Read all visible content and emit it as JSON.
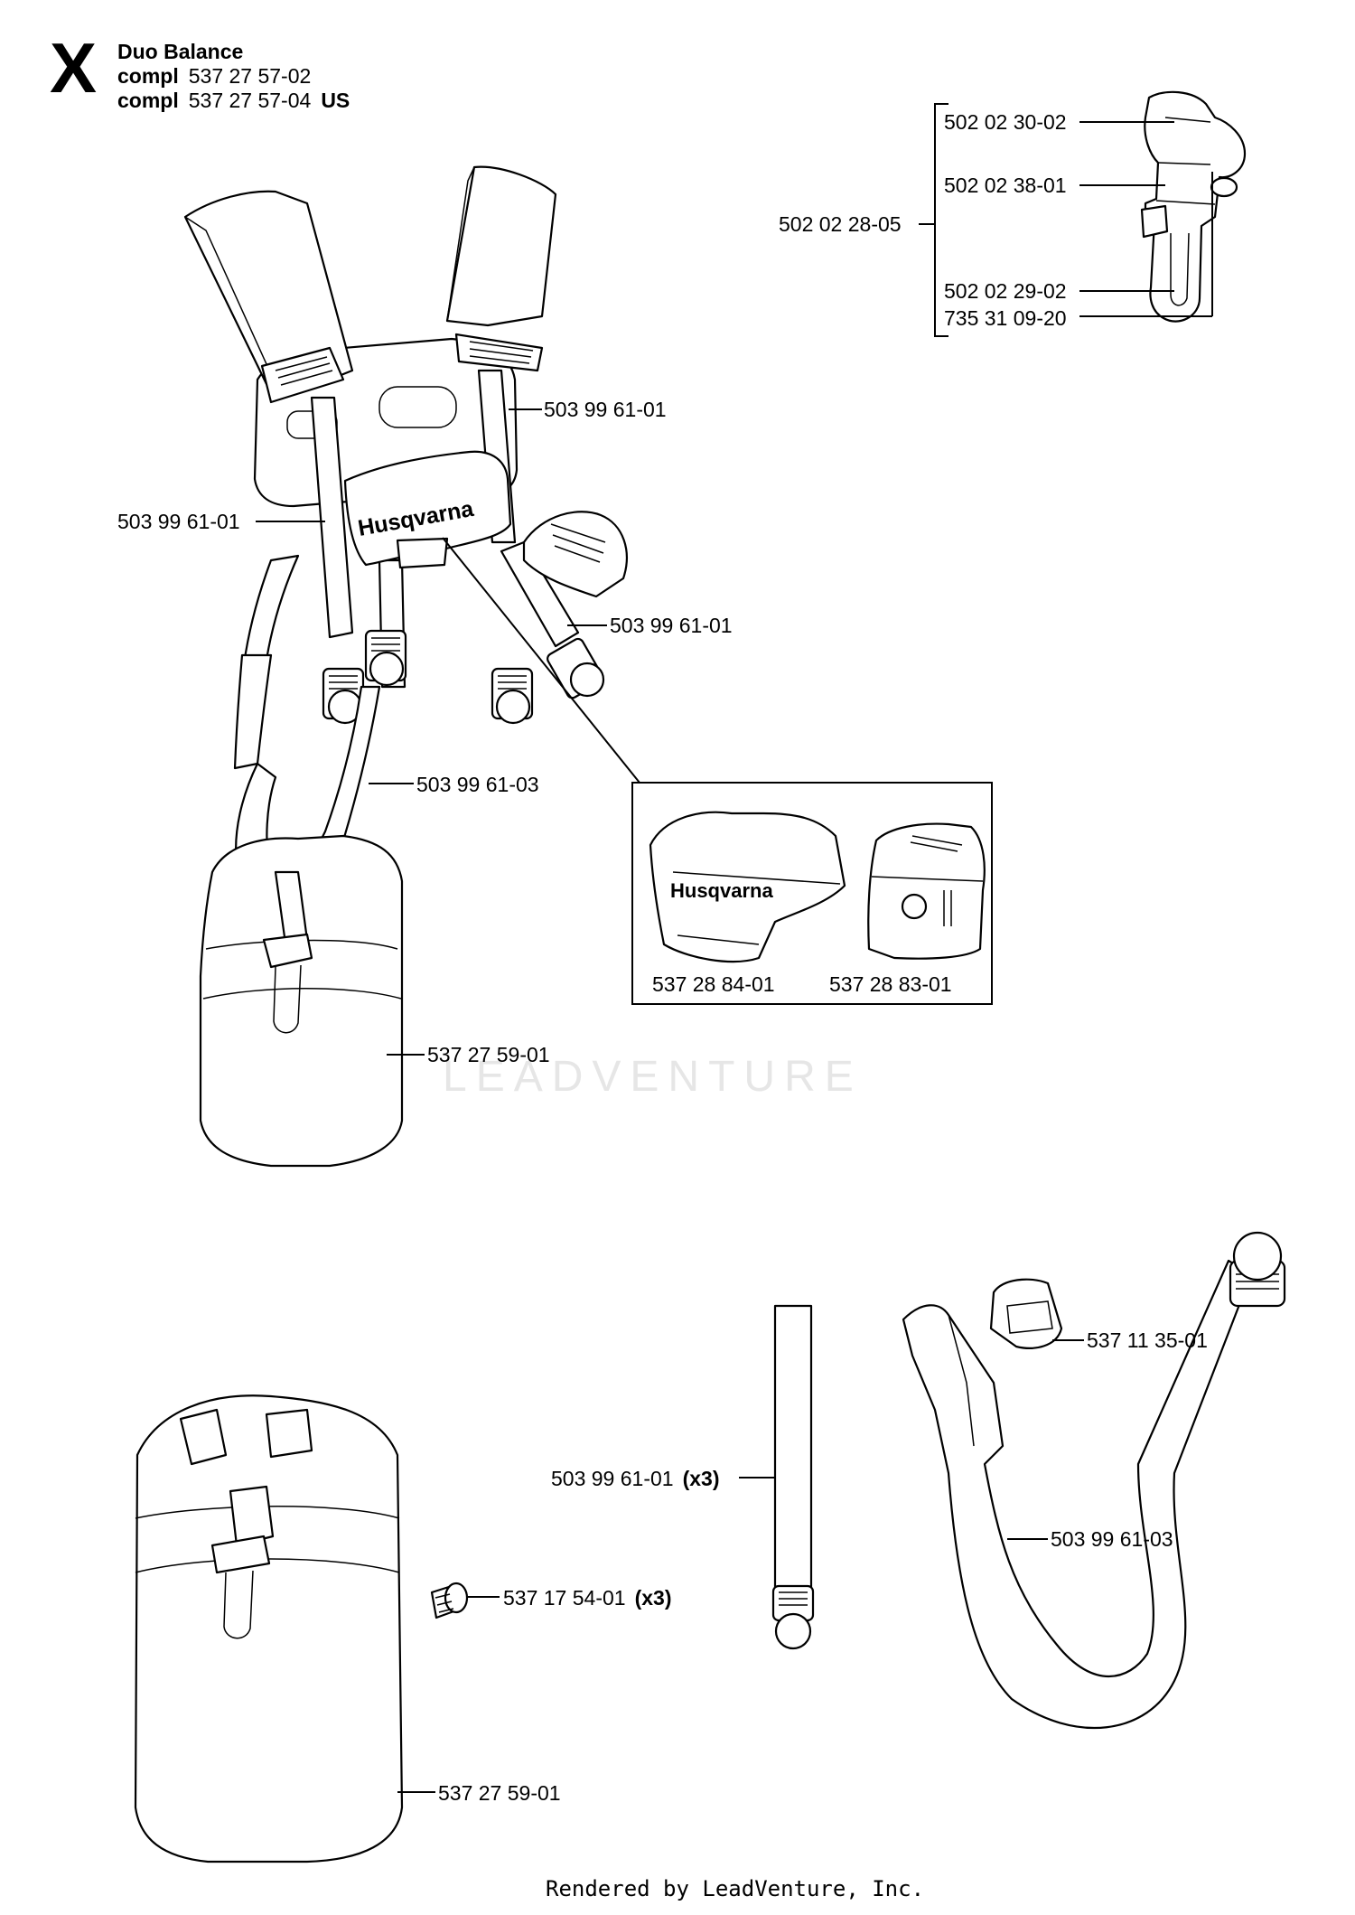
{
  "header": {
    "mark": "X",
    "title": "Duo Balance",
    "compl_word": "compl",
    "compl_1": "537 27 57-02",
    "compl_2": "537 27 57-04",
    "compl_2_suffix": "US"
  },
  "watermark": "LEADVENTURE",
  "brand": "Husqvarna",
  "labels": {
    "l1": "502 02 30-02",
    "l2": "502 02 38-01",
    "l3": "502 02 28-05",
    "l4": "502 02 29-02",
    "l5": "735 31 09-20",
    "l6": "503 99 61-01",
    "l7": "503 99 61-01",
    "l8": "503 99 61-01",
    "l9": "503 99 61-03",
    "l10": "537 28 84-01",
    "l11": "537 28 83-01",
    "l12": "537 27 59-01",
    "l13": "537 11 35-01",
    "l14": "503 99 61-01",
    "l14_qty": "(x3)",
    "l15": "503 99 61-03",
    "l16": "537 17 54-01",
    "l16_qty": "(x3)",
    "l17": "537 27 59-01"
  },
  "footer": "Rendered by LeadVenture, Inc."
}
